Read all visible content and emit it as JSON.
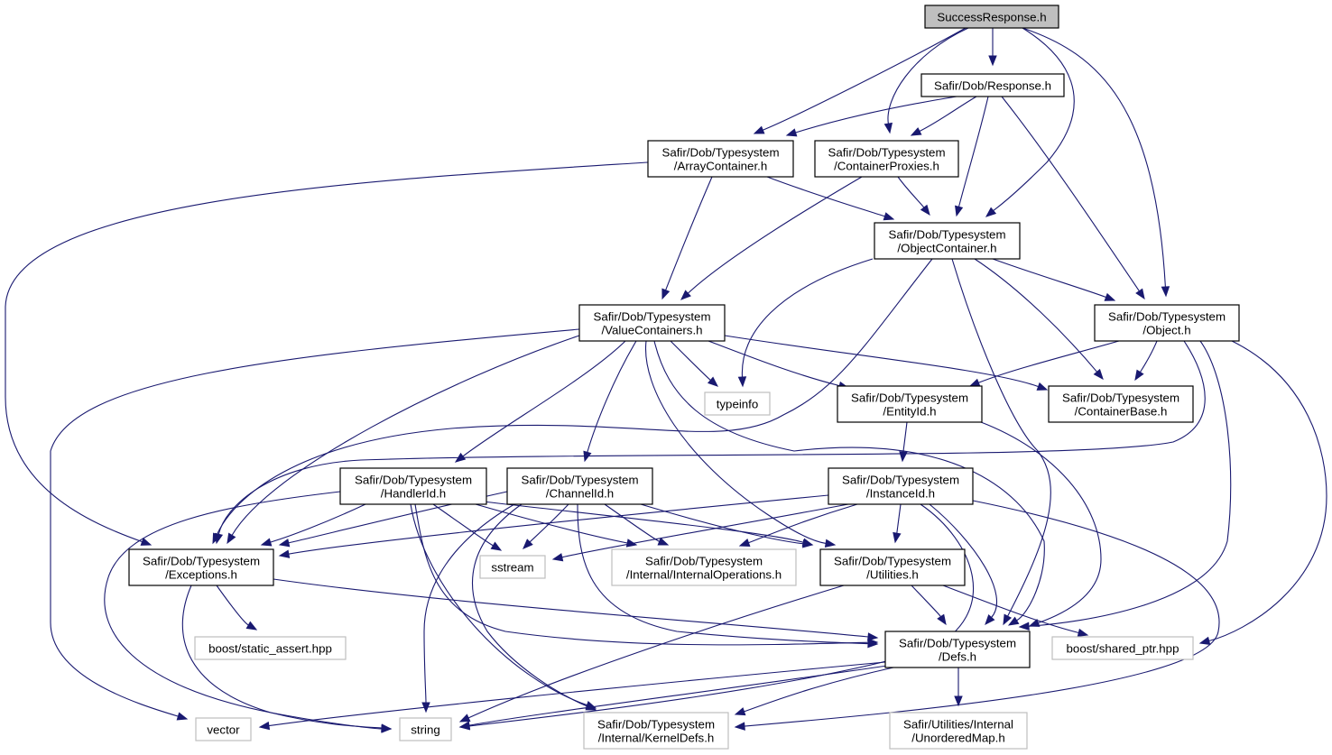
{
  "title": "SuccessResponse.h include dependency graph",
  "colors": {
    "edge": "#191970",
    "root_fill": "#bfbfbf",
    "node_border": "#000000",
    "external_border": "#bfbfbf"
  },
  "nodes": [
    {
      "id": "success",
      "lines": [
        "SuccessResponse.h"
      ],
      "kind": "root"
    },
    {
      "id": "response",
      "lines": [
        "Safir/Dob/Response.h"
      ],
      "kind": "local"
    },
    {
      "id": "array",
      "lines": [
        "Safir/Dob/Typesystem",
        "/ArrayContainer.h"
      ],
      "kind": "local"
    },
    {
      "id": "proxies",
      "lines": [
        "Safir/Dob/Typesystem",
        "/ContainerProxies.h"
      ],
      "kind": "local"
    },
    {
      "id": "objcont",
      "lines": [
        "Safir/Dob/Typesystem",
        "/ObjectContainer.h"
      ],
      "kind": "local"
    },
    {
      "id": "valcont",
      "lines": [
        "Safir/Dob/Typesystem",
        "/ValueContainers.h"
      ],
      "kind": "local"
    },
    {
      "id": "object",
      "lines": [
        "Safir/Dob/Typesystem",
        "/Object.h"
      ],
      "kind": "local"
    },
    {
      "id": "typeinfo",
      "lines": [
        "typeinfo"
      ],
      "kind": "external"
    },
    {
      "id": "entityid",
      "lines": [
        "Safir/Dob/Typesystem",
        "/EntityId.h"
      ],
      "kind": "local"
    },
    {
      "id": "contbase",
      "lines": [
        "Safir/Dob/Typesystem",
        "/ContainerBase.h"
      ],
      "kind": "local"
    },
    {
      "id": "handlerid",
      "lines": [
        "Safir/Dob/Typesystem",
        "/HandlerId.h"
      ],
      "kind": "local"
    },
    {
      "id": "channelid",
      "lines": [
        "Safir/Dob/Typesystem",
        "/ChannelId.h"
      ],
      "kind": "local"
    },
    {
      "id": "instanceid",
      "lines": [
        "Safir/Dob/Typesystem",
        "/InstanceId.h"
      ],
      "kind": "local"
    },
    {
      "id": "exceptions",
      "lines": [
        "Safir/Dob/Typesystem",
        "/Exceptions.h"
      ],
      "kind": "local"
    },
    {
      "id": "sstream",
      "lines": [
        "sstream"
      ],
      "kind": "external"
    },
    {
      "id": "internalops",
      "lines": [
        "Safir/Dob/Typesystem",
        "/Internal/InternalOperations.h"
      ],
      "kind": "external"
    },
    {
      "id": "utilities",
      "lines": [
        "Safir/Dob/Typesystem",
        "/Utilities.h"
      ],
      "kind": "local"
    },
    {
      "id": "staticassert",
      "lines": [
        "boost/static_assert.hpp"
      ],
      "kind": "external"
    },
    {
      "id": "defs",
      "lines": [
        "Safir/Dob/Typesystem",
        "/Defs.h"
      ],
      "kind": "local"
    },
    {
      "id": "sharedptr",
      "lines": [
        "boost/shared_ptr.hpp"
      ],
      "kind": "external"
    },
    {
      "id": "vector",
      "lines": [
        "vector"
      ],
      "kind": "external"
    },
    {
      "id": "string",
      "lines": [
        "string"
      ],
      "kind": "external"
    },
    {
      "id": "kerneldefs",
      "lines": [
        "Safir/Dob/Typesystem",
        "/Internal/KernelDefs.h"
      ],
      "kind": "external"
    },
    {
      "id": "unorderedmap",
      "lines": [
        "Safir/Utilities/Internal",
        "/UnorderedMap.h"
      ],
      "kind": "external"
    }
  ],
  "edges": [
    {
      "from": "success",
      "to": "response"
    },
    {
      "from": "success",
      "to": "array"
    },
    {
      "from": "success",
      "to": "proxies"
    },
    {
      "from": "success",
      "to": "objcont"
    },
    {
      "from": "success",
      "to": "object"
    },
    {
      "from": "response",
      "to": "array"
    },
    {
      "from": "response",
      "to": "proxies"
    },
    {
      "from": "response",
      "to": "objcont"
    },
    {
      "from": "response",
      "to": "object"
    },
    {
      "from": "array",
      "to": "exceptions"
    },
    {
      "from": "array",
      "to": "valcont"
    },
    {
      "from": "array",
      "to": "objcont"
    },
    {
      "from": "proxies",
      "to": "valcont"
    },
    {
      "from": "proxies",
      "to": "objcont"
    },
    {
      "from": "objcont",
      "to": "typeinfo"
    },
    {
      "from": "objcont",
      "to": "exceptions"
    },
    {
      "from": "objcont",
      "to": "object"
    },
    {
      "from": "objcont",
      "to": "contbase"
    },
    {
      "from": "objcont",
      "to": "defs"
    },
    {
      "from": "valcont",
      "to": "vector"
    },
    {
      "from": "valcont",
      "to": "exceptions"
    },
    {
      "from": "valcont",
      "to": "handlerid"
    },
    {
      "from": "valcont",
      "to": "channelid"
    },
    {
      "from": "valcont",
      "to": "typeinfo"
    },
    {
      "from": "valcont",
      "to": "entityid"
    },
    {
      "from": "valcont",
      "to": "contbase"
    },
    {
      "from": "valcont",
      "to": "utilities"
    },
    {
      "from": "valcont",
      "to": "defs"
    },
    {
      "from": "object",
      "to": "entityid"
    },
    {
      "from": "object",
      "to": "contbase"
    },
    {
      "from": "object",
      "to": "exceptions"
    },
    {
      "from": "object",
      "to": "defs"
    },
    {
      "from": "object",
      "to": "sharedptr"
    },
    {
      "from": "entityid",
      "to": "instanceid"
    },
    {
      "from": "entityid",
      "to": "defs"
    },
    {
      "from": "handlerid",
      "to": "exceptions"
    },
    {
      "from": "handlerid",
      "to": "sstream"
    },
    {
      "from": "handlerid",
      "to": "internalops"
    },
    {
      "from": "handlerid",
      "to": "utilities"
    },
    {
      "from": "handlerid",
      "to": "defs"
    },
    {
      "from": "handlerid",
      "to": "string"
    },
    {
      "from": "handlerid",
      "to": "kerneldefs"
    },
    {
      "from": "channelid",
      "to": "exceptions"
    },
    {
      "from": "channelid",
      "to": "sstream"
    },
    {
      "from": "channelid",
      "to": "internalops"
    },
    {
      "from": "channelid",
      "to": "utilities"
    },
    {
      "from": "channelid",
      "to": "defs"
    },
    {
      "from": "channelid",
      "to": "string"
    },
    {
      "from": "channelid",
      "to": "kerneldefs"
    },
    {
      "from": "instanceid",
      "to": "exceptions"
    },
    {
      "from": "instanceid",
      "to": "sstream"
    },
    {
      "from": "instanceid",
      "to": "internalops"
    },
    {
      "from": "instanceid",
      "to": "utilities"
    },
    {
      "from": "instanceid",
      "to": "defs"
    },
    {
      "from": "instanceid",
      "to": "string"
    },
    {
      "from": "instanceid",
      "to": "kerneldefs"
    },
    {
      "from": "exceptions",
      "to": "staticassert"
    },
    {
      "from": "exceptions",
      "to": "string"
    },
    {
      "from": "exceptions",
      "to": "defs"
    },
    {
      "from": "utilities",
      "to": "string"
    },
    {
      "from": "utilities",
      "to": "defs"
    },
    {
      "from": "utilities",
      "to": "sharedptr"
    },
    {
      "from": "defs",
      "to": "vector"
    },
    {
      "from": "defs",
      "to": "string"
    },
    {
      "from": "defs",
      "to": "kerneldefs"
    },
    {
      "from": "defs",
      "to": "unorderedmap"
    }
  ]
}
